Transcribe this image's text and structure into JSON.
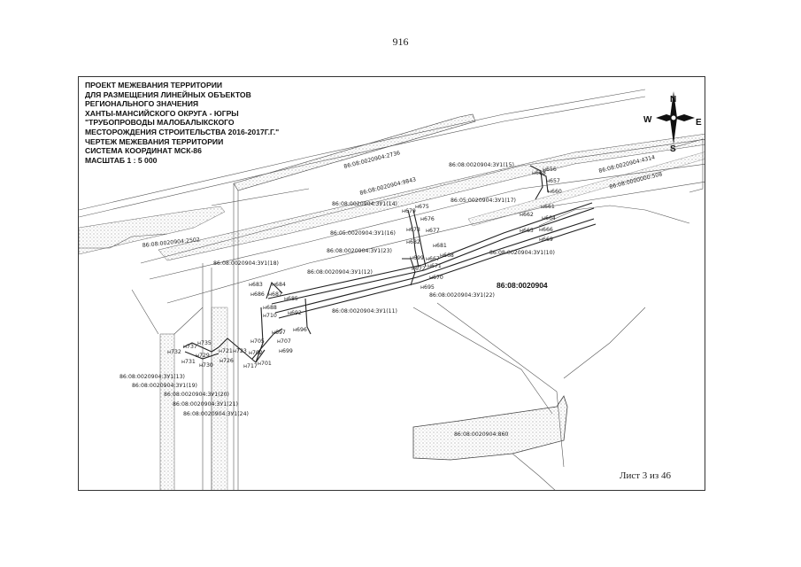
{
  "page_number": "916",
  "sheet_label": "Лист 3 из 46",
  "title_lines": [
    "ПРОЕКТ МЕЖЕВАНИЯ ТЕРРИТОРИИ",
    "ДЛЯ РАЗМЕЩЕНИЯ ЛИНЕЙНЫХ ОБЪЕКТОВ",
    "РЕГИОНАЛЬНОГО ЗНАЧЕНИЯ",
    "ХАНТЫ-МАНСИЙСКОГО ОКРУГА - ЮГРЫ",
    "\"ТРУБОПРОВОДЫ МАЛОБАЛЫКСКОГО",
    "МЕСТОРОЖДЕНИЯ СТРОИТЕЛЬСТВА 2016-2017Г.Г.\"",
    "ЧЕРТЕЖ МЕЖЕВАНИЯ ТЕРРИТОРИИ",
    "СИСТЕМА КООРДИНАТ МСК-86",
    "МАСШТАБ 1 : 5 000"
  ],
  "compass": {
    "n": "N",
    "s": "S",
    "w": "W",
    "e": "E"
  },
  "quarter_label": "86:08:0020904",
  "parcels": {
    "p2736": "86:08:0020904:2736",
    "p9843": "86:08:0020904:9843",
    "p2502": "86:08:0020904:2502",
    "p4314": "86:08:0020904:4314",
    "p508": "86:08:0000000:508",
    "p860": "86:08:0020904:860"
  },
  "zu_labels": {
    "zu15": "86:08:0020904:ЗУ1(15)",
    "zu14": "86:08:0020904:ЗУ1(14)",
    "zu17": "86:05:0020904:ЗУ1(17)",
    "zu16": "86:05:0020904:ЗУ1(16)",
    "zu23": "86:08:0020904:ЗУ1(23)",
    "zu18": "86:08:0020904:ЗУ1(18)",
    "zu12": "86:08:0020904:ЗУ1(12)",
    "zu10": "86:08:0020904:ЗУ1(10)",
    "zu22": "86:08:0020904:ЗУ1(22)",
    "zu11": "86:08:0020904:ЗУ1(11)",
    "zu13": "86:08:0020904:ЗУ1(13)",
    "zu19": "86:08:0020904:ЗУ1(19)",
    "zu20": "86:08:0020904:ЗУ1(20)",
    "zu21": "86:08:0020904:ЗУ1(21)",
    "zu24": "86:08:0020904:ЗУ1(24)"
  },
  "points": {
    "n656": "н656",
    "n657": "н657",
    "n660": "н660",
    "n658": "н658",
    "n661": "н661",
    "n662": "н662",
    "n664": "н664",
    "n665": "н665",
    "n666": "н666",
    "n669": "н669",
    "n675": "н675",
    "n679": "н679",
    "n676": "н676",
    "n678": "н678",
    "n677": "н677",
    "n682": "н682",
    "n681": "н681",
    "n668": "н668",
    "n699": "н699",
    "n667": "н667",
    "n671": "н671",
    "n672": "н672",
    "n670": "н670",
    "n695": "н695",
    "n683": "н683",
    "n684": "н684",
    "n686": "н686",
    "n687": "н687",
    "n685": "н685",
    "n688": "н688",
    "n692": "н692",
    "n710": "н710",
    "n696": "н696",
    "n697": "н697",
    "n705": "н705",
    "n707": "н707",
    "n699b": "н699",
    "n702": "н702",
    "n701": "н701",
    "n717": "н717",
    "n721": "н721",
    "n723": "н723",
    "n726": "н726",
    "n729": "н729",
    "n735": "н735",
    "n737": "н737",
    "n732": "н732",
    "n731": "н731",
    "n730": "н730"
  }
}
